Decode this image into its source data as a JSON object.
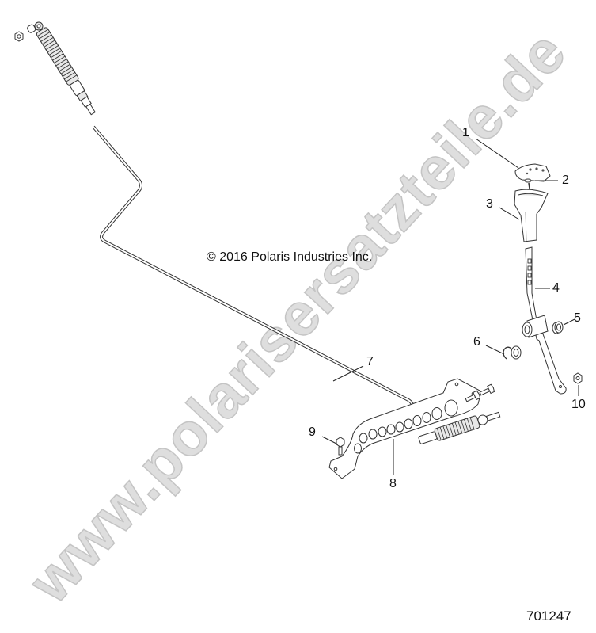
{
  "diagram": {
    "watermark": "www.polarisersatzteile.de",
    "copyright": "© 2016 Polaris Industries Inc.",
    "diagram_id": "701247",
    "colors": {
      "background": "#ffffff",
      "line": "#333333",
      "watermark_fill": "#dedede",
      "watermark_stroke": "#c4c4c4",
      "text": "#111111"
    },
    "callouts": [
      {
        "number": "1",
        "part": "shift-knob-cap"
      },
      {
        "number": "2",
        "part": "screw"
      },
      {
        "number": "3",
        "part": "shift-knob"
      },
      {
        "number": "4",
        "part": "shift-lever"
      },
      {
        "number": "5",
        "part": "bushing"
      },
      {
        "number": "6",
        "part": "e-clip-and-washer"
      },
      {
        "number": "7",
        "part": "shift-cable"
      },
      {
        "number": "8",
        "part": "shift-bracket"
      },
      {
        "number": "9",
        "part": "bolt"
      },
      {
        "number": "10",
        "part": "nut"
      }
    ]
  }
}
